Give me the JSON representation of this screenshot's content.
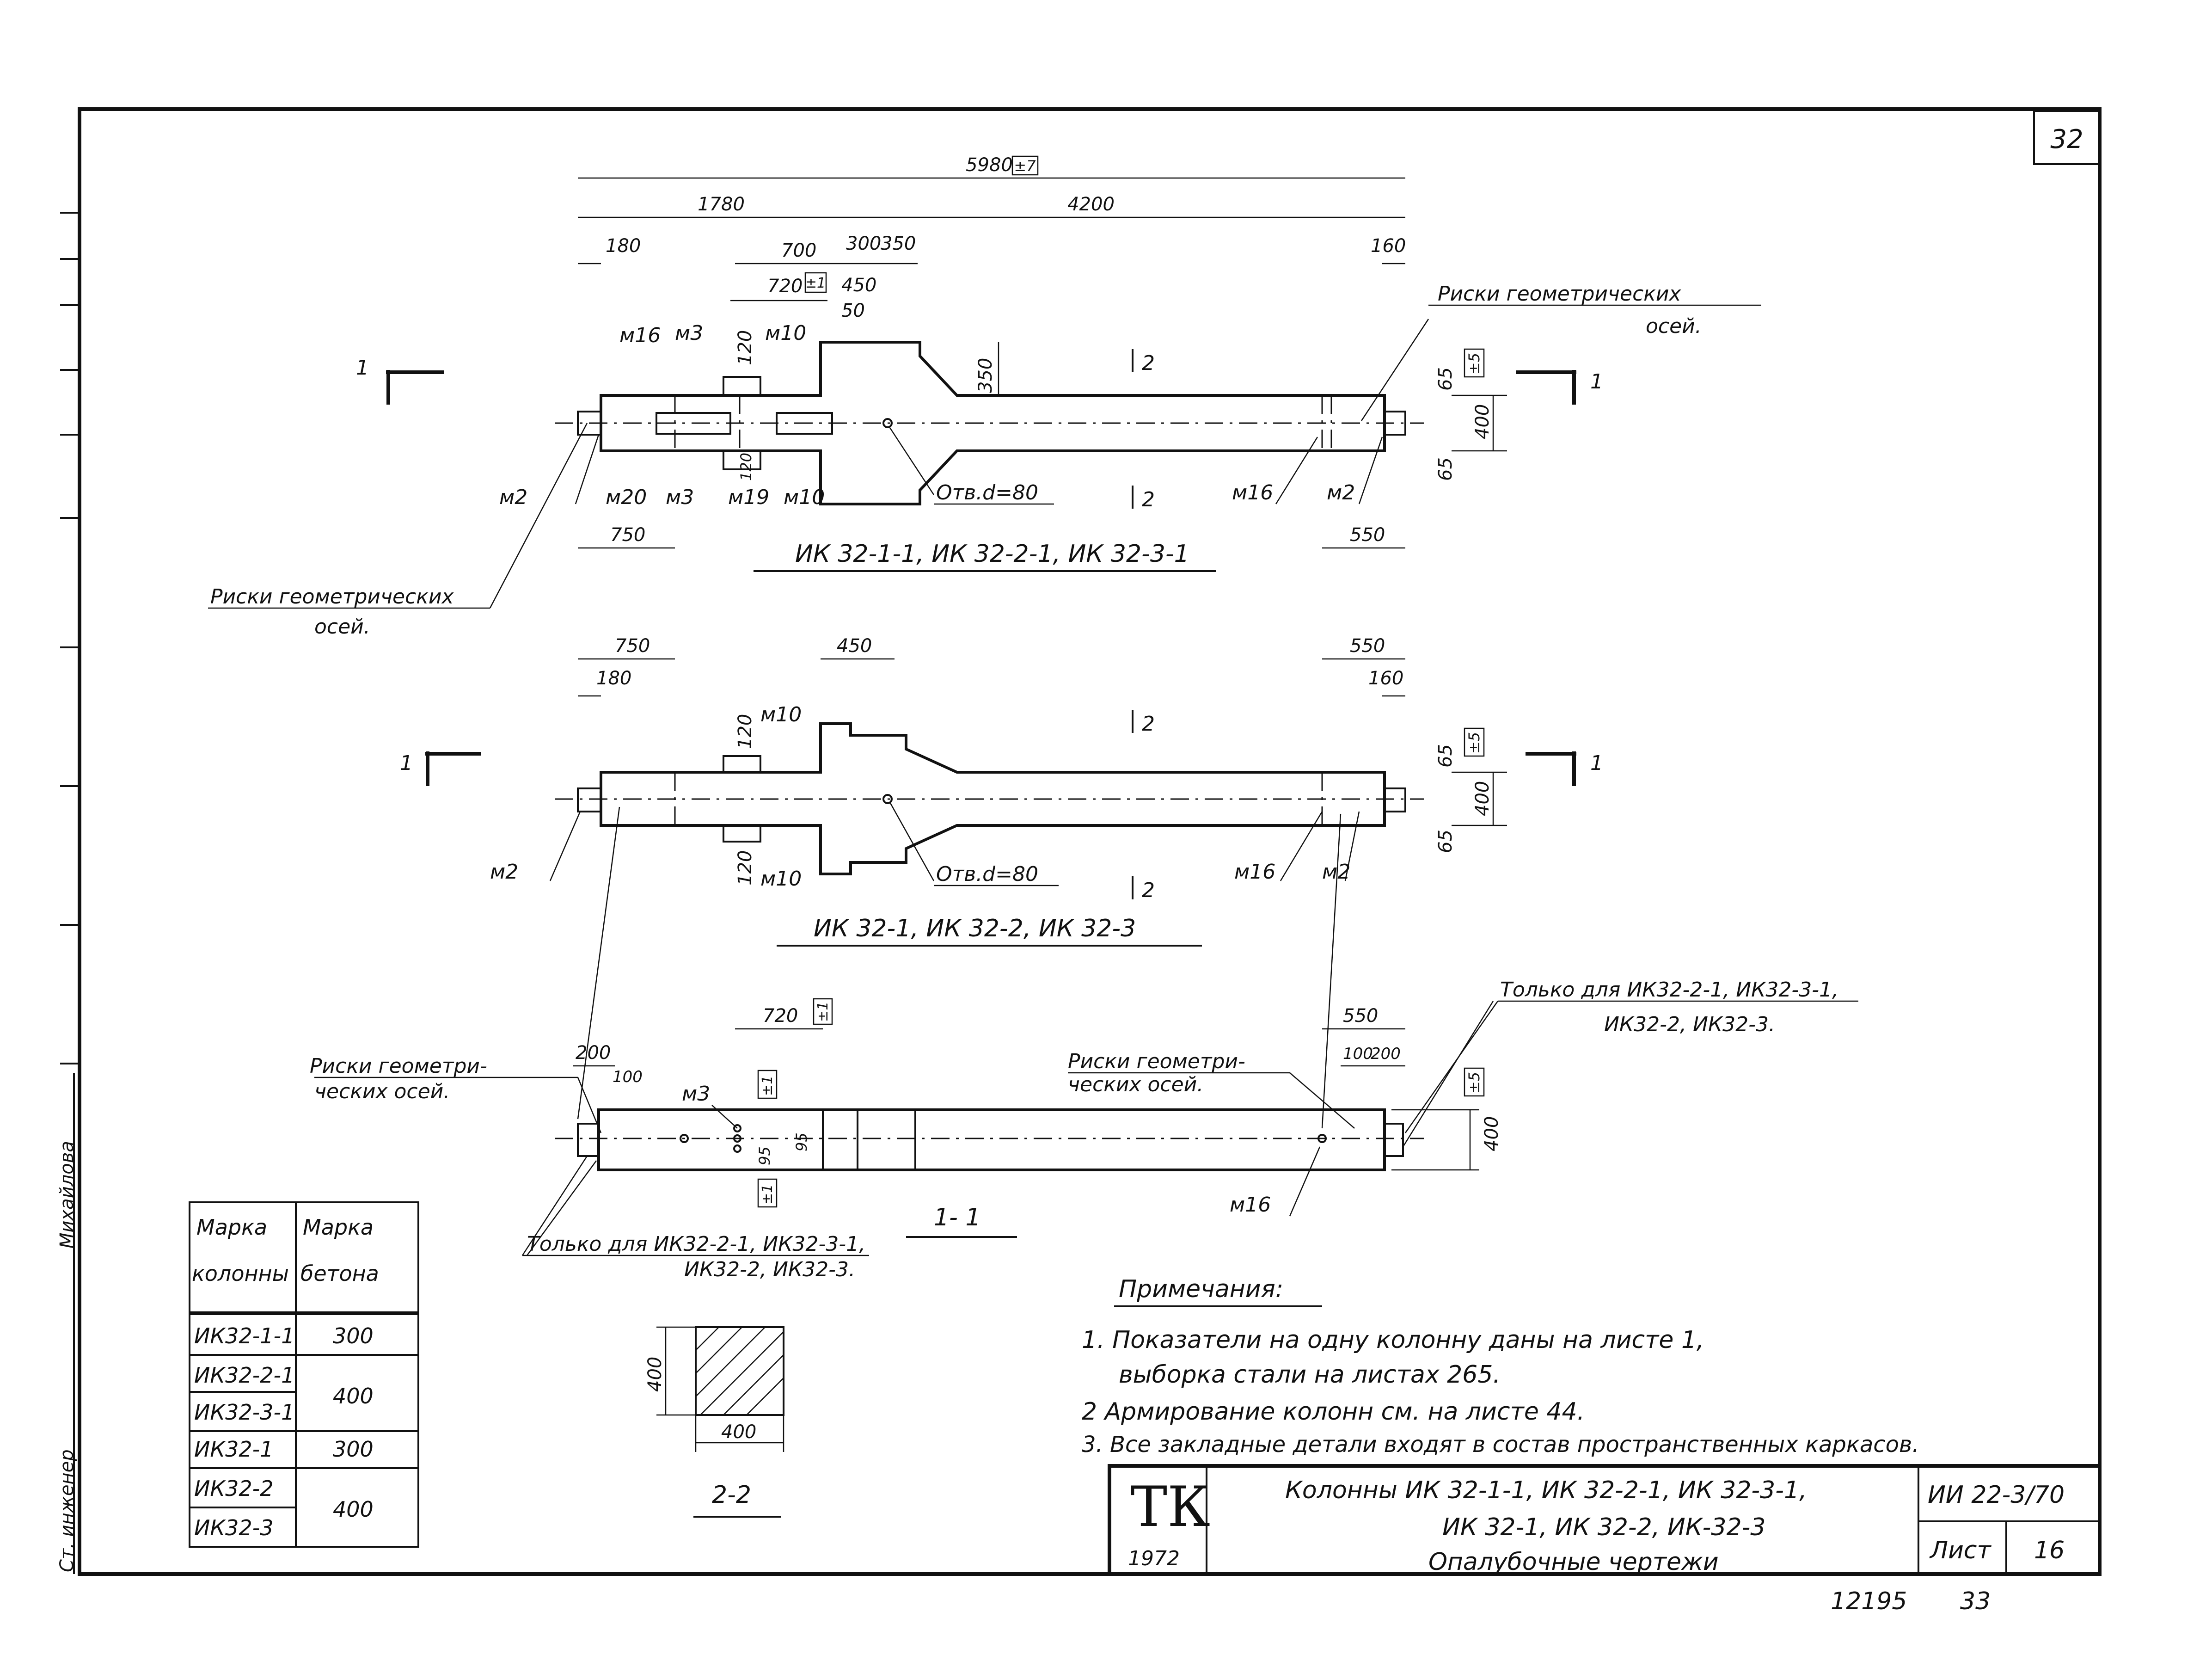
{
  "sheet": {
    "page_number": "32",
    "archive_number": "12195",
    "archive_sheet": "33"
  },
  "title_block": {
    "logo": "ТК",
    "year": "1972",
    "title_line1": "Колонны  ИК 32-1-1, ИК 32-2-1, ИК 32-3-1,",
    "title_line2": "ИК 32-1,  ИК 32-2,  ИК-32-3",
    "title_line3": "Опалубочные  чертежи",
    "series": "ИИ 22-3/70",
    "list_label": "Лист",
    "list_number": "16"
  },
  "left_stamp": {
    "role": "Ст. инженер",
    "name": "Михайлова"
  },
  "drawing1": {
    "caption": "ИК 32-1-1, ИК 32-2-1, ИК 32-3-1",
    "dims": {
      "total": "5980",
      "total_tol": "±7",
      "left_seg": "1780",
      "right_seg": "4200",
      "d180": "180",
      "d700": "700",
      "d300": "300",
      "d350": "350",
      "d160": "160",
      "d720": "720",
      "d720_tol": "±1",
      "d450": "450",
      "d50": "50",
      "d120": "120",
      "d120b": "120",
      "d350v": "350",
      "d65": "65",
      "d65b": "65",
      "d400": "400",
      "tol5": "±5",
      "d750": "750",
      "d550": "550"
    },
    "labels": {
      "m16_top": "м16",
      "m3_top": "м3",
      "m10_top": "м10",
      "m2_left": "м2",
      "m20": "м20",
      "m3_bot": "м3",
      "m19": "м19",
      "m10_bot": "м10",
      "hole": "Отв.d=80",
      "m16_right": "м16",
      "m2_right": "м2",
      "risks_right_1": "Риски геометрических",
      "risks_right_2": "осей.",
      "risks_left_1": "Риски геометрических",
      "risks_left_2": "осей.",
      "sec2_top": "2",
      "sec2_bot": "2",
      "sec1_left": "1",
      "sec1_right": "1"
    }
  },
  "drawing2": {
    "caption": "ИК 32-1, ИК 32-2, ИК 32-3",
    "dims": {
      "d750": "750",
      "d180": "180",
      "d450": "450",
      "d550": "550",
      "d160": "160",
      "d120": "120",
      "d120b": "120",
      "d65": "65",
      "d65b": "65",
      "d400": "400",
      "tol5": "±5"
    },
    "labels": {
      "m10_top": "м10",
      "m10_bot": "м10",
      "m2_left": "м2",
      "hole": "Отв.d=80",
      "m16": "м16",
      "m2_right": "м2",
      "sec2_top": "2",
      "sec2_bot": "2",
      "sec1_left": "1",
      "sec1_right": "1"
    }
  },
  "section11": {
    "caption": "1- 1",
    "dims": {
      "d720": "720",
      "d720_tol": "±1",
      "d550": "550",
      "d200": "200",
      "d100": "100",
      "d100r": "100",
      "d200r": "200",
      "d95": "95",
      "d95b": "95",
      "tol1": "±1",
      "tol1b": "±1",
      "d400": "400",
      "tol5": "±5"
    },
    "labels": {
      "m3": "м3",
      "m16": "м16",
      "risks_left_1": "Риски геометри-",
      "risks_left_2": "ческих осей.",
      "risks_right_1": "Риски геометри-",
      "risks_right_2": "ческих осей.",
      "only_top_1": "Только для ИК32-2-1, ИК32-3-1,",
      "only_top_2": "ИК32-2, ИК32-3.",
      "only_bot_1": "Только для ИК32-2-1, ИК32-3-1,",
      "only_bot_2": "ИК32-2, ИК32-3."
    }
  },
  "section22": {
    "caption": "2-2",
    "dim_h": "400",
    "dim_w": "400"
  },
  "concrete_table": {
    "headers": [
      [
        "Марка",
        "колонны"
      ],
      [
        "Марка",
        "бетона"
      ]
    ],
    "rows": [
      {
        "mark": "ИК32-1-1",
        "concrete": "300"
      },
      {
        "mark": "ИК32-2-1",
        "concrete": "400"
      },
      {
        "mark": "ИК32-3-1",
        "concrete": ""
      },
      {
        "mark": "ИК32-1",
        "concrete": "300"
      },
      {
        "mark": "ИК32-2",
        "concrete": "400"
      },
      {
        "mark": "ИК32-3",
        "concrete": ""
      }
    ]
  },
  "notes": {
    "heading": "Примечания:",
    "items": [
      "1. Показатели на одну колонну даны на листе 1,",
      "выборка стали на листах 265.",
      "2 Армирование колонн см. на листе 44.",
      "3. Все закладные детали входят в состав пространственных каркасов."
    ]
  }
}
